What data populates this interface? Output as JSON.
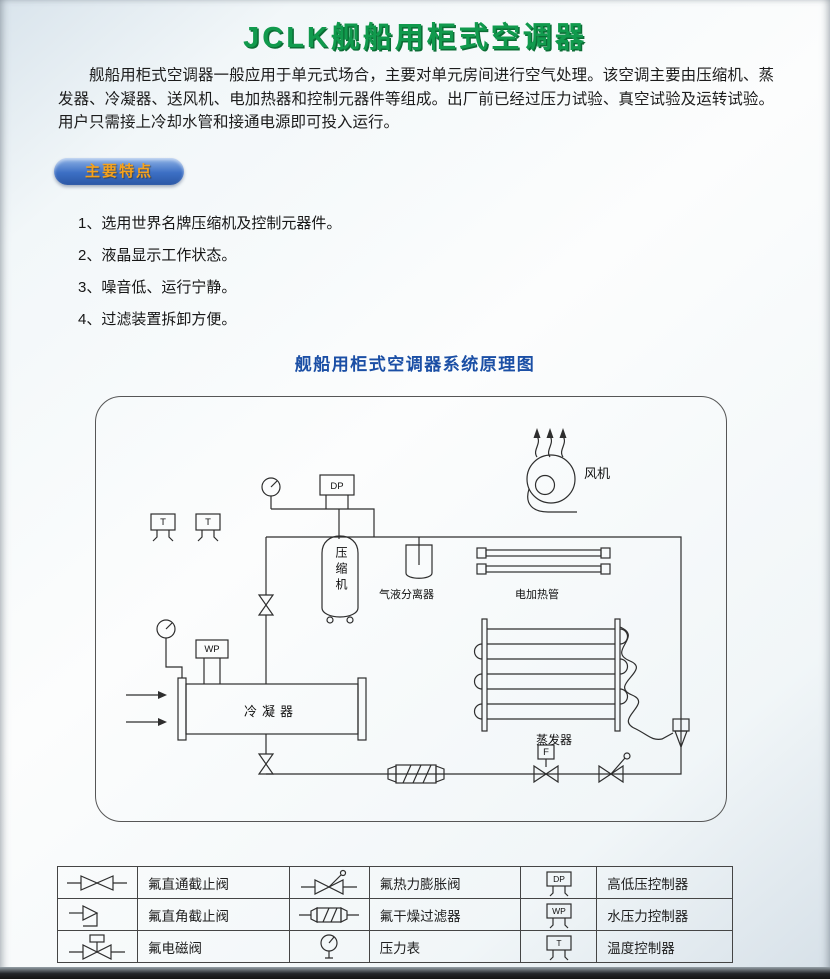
{
  "page": {
    "title": "JCLK舰船用柜式空调器",
    "intro": "舰船用柜式空调器一般应用于单元式场合，主要对单元房间进行空气处理。该空调主要由压缩机、蒸发器、冷凝器、送风机、电加热器和控制元器件等组成。出厂前已经过压力试验、真空试验及运转试验。用户只需接上冷却水管和接通电源即可投入运行。",
    "features_heading": "主要特点",
    "features": [
      "1、选用世界名牌压缩机及控制元器件。",
      "2、液晶显示工作状态。",
      "3、噪音低、运行宁静。",
      "4、过滤装置拆卸方便。"
    ],
    "diagram_title": "舰船用柜式空调器系统原理图"
  },
  "diagram": {
    "labels": {
      "fan": "风机",
      "compressor": "压缩机",
      "separator": "气液分离器",
      "heater": "电加热管",
      "evaporator": "蒸发器",
      "condenser": "冷凝器"
    },
    "tags": {
      "dp": "DP",
      "wp": "WP",
      "t1": "T",
      "t2": "T",
      "f": "F"
    }
  },
  "legend": {
    "rows": [
      {
        "cells": [
          {
            "symbol": "straight-stop-valve",
            "label": "氟直通截止阀"
          },
          {
            "symbol": "thermal-expansion-valve",
            "label": "氟热力膨胀阀"
          },
          {
            "symbol": "high-low-pressure-controller",
            "tag": "DP",
            "label": "高低压控制器"
          }
        ]
      },
      {
        "cells": [
          {
            "symbol": "angle-stop-valve",
            "label": "氟直角截止阀"
          },
          {
            "symbol": "dry-filter",
            "label": "氟干燥过滤器"
          },
          {
            "symbol": "water-pressure-controller",
            "tag": "WP",
            "label": "水压力控制器"
          }
        ]
      },
      {
        "cells": [
          {
            "symbol": "solenoid-valve",
            "label": "氟电磁阀"
          },
          {
            "symbol": "pressure-gauge",
            "label": "压力表"
          },
          {
            "symbol": "temperature-controller",
            "tag": "T",
            "label": "温度控制器"
          }
        ]
      }
    ]
  }
}
